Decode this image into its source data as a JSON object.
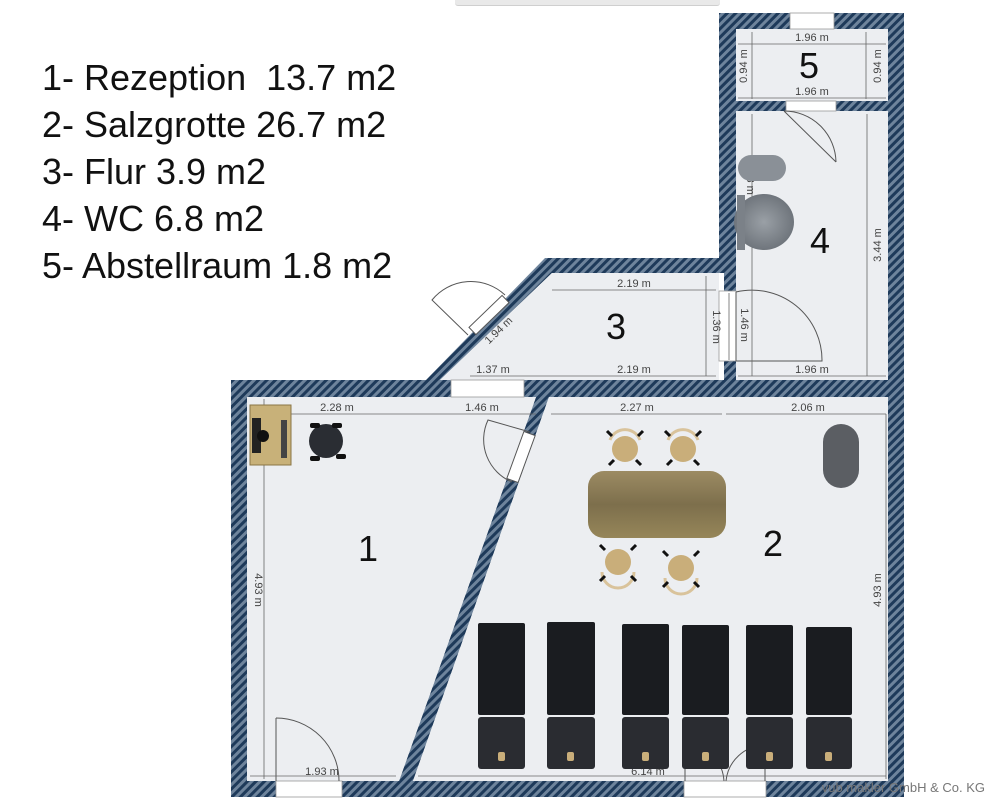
{
  "legend": [
    "1- Rezeption  13.7 m2",
    "2- Salzgrotte 26.7 m2",
    "3- Flur 3.9 m2",
    "4- WC 6.8 m2",
    "5- Abstellraum 1.8 m2"
  ],
  "rooms": {
    "r1": "1",
    "r2": "2",
    "r3": "3",
    "r4": "4",
    "r5": "5"
  },
  "dimensions": {
    "d1": "1.96 m",
    "d2": "1.96 m",
    "d3": "0.94 m",
    "d4": "0.94 m",
    "d5": "1.98 m",
    "d6": "3.44 m",
    "d7": "1.96 m",
    "d8": "2.19 m",
    "d9": "1.36 m",
    "d10": "1.46 m",
    "d11": "1.94 m",
    "d12": "1.37 m",
    "d13": "2.19 m",
    "d14": "2.28 m",
    "d15": "1.46 m",
    "d16": "2.27 m",
    "d17": "2.06 m",
    "d18": "4.93 m",
    "d19": "4.93 m",
    "d20": "1.93 m",
    "d21": "6.14 m"
  },
  "credit": "vub makler GmbH & Co. KG",
  "colors": {
    "wall": "#1e3a5a",
    "floor": "#eceef1",
    "dimension": "#444444",
    "furniture_dark": "#1a1c20",
    "table_wood": "#8a7a55"
  }
}
